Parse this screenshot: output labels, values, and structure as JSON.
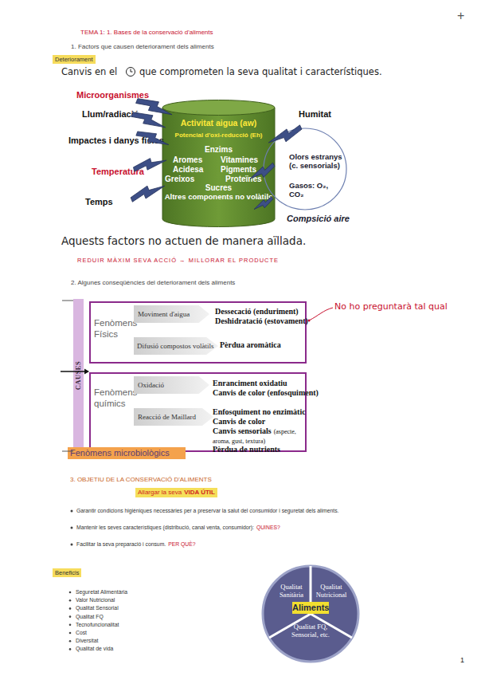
{
  "diagram": {
    "title": "TEMA 1: 1. Bases de la conservació d'aliments",
    "nodes": [
      {
        "text": [
          "Activitat aigua (aw)",
          "Potencial d'oxi-reducció (Eh)",
          "Enzims",
          "Aromes",
          "Vitamines",
          "Acidesa",
          "Pigments",
          "Greixos",
          "Proteïnes",
          "Sucres",
          "Altres components no volàtils"
        ]
      },
      {
        "text": [
          "Olors estranys (c. sensorials)",
          "Gasos: O₂, CO₂",
          "Compsició aire"
        ]
      },
      {
        "text": [
          "CAUSES"
        ]
      },
      {
        "text": [
          "Fenòmens Físics"
        ]
      },
      {
        "text": [
          "Moviment d'aigua"
        ],
        "in": 3
      },
      {
        "text": [
          "Difusió compostos volàtils"
        ],
        "in": 3
      },
      {
        "text": [
          "Fenòmens químics"
        ]
      },
      {
        "text": [
          "Oxidació"
        ],
        "in": 6
      },
      {
        "text": [
          "Reacció de Maillard"
        ],
        "in": 6
      },
      {
        "text": [
          "Fenòmens microbiològics"
        ]
      },
      {
        "text": [
          "Qualitat Sanitària",
          "Qualitat Nutricional",
          "Qualitat FQ, Sensorial, etc."
        ]
      },
      {
        "text": [
          "Aliments"
        ],
        "in": 10
      }
    ],
    "edges": [
      {
        "from": 1,
        "to": 0,
        "arrow": "to"
      },
      {
        "from": 1,
        "to": 0,
        "arrow": "to"
      }
    ],
    "labels": [
      "+",
      "1. Factors que causen deteriorament dels aliments",
      "Deteriorament",
      "Canvis en el",
      "que comprometen la seva qualitat i característiques.",
      "Microorganismes",
      "Llum/radiació",
      "Impactes i danys físics",
      "Temperatura",
      "Temps",
      "Humitat",
      "Aquests factors no actuen de manera aïllada.",
      "REDUIR MÀXIM SEVA ACCIÓ → MILLORAR EL PRODUCTE",
      "2. Algunes conseqüències del deteriorament dels aliments",
      "No ho preguntarà tal qual",
      "Dessecació (enduriment)",
      "Deshidratació (estovament)",
      "Pèrdua aromàtica",
      "Enranciment oxidatiu",
      "Canvis de color (enfosquiment)",
      "Enfosquiment no enzimàtic",
      "Canvis de color",
      "Canvis sensorials",
      "(aspecte, aroma, gust, textura)",
      "Pèrdua de nutrients",
      "3. OBJETIU DE LA CONSERVACIÓ D'ALIMENTS",
      "Allargar la seva",
      "VIDA ÚTIL",
      "Garantir condicions higièniques necessàries per a preservar la salut del consumidor i seguretat dels aliments.",
      "Mantenir les seves característiques (distribució, canal venta, consumidor):",
      "QUINES?",
      "Facilitar la seva preparació i consum.",
      "PER QUÈ?",
      "Beneficis",
      "Seguretat Alimentària",
      "Valor Nutricional",
      "Qualitat Sensorial",
      "Qualitat FQ",
      "Tecnofuncionalitat",
      "Cost",
      "Diversitat",
      "Qualitat de vida",
      "1"
    ]
  }
}
